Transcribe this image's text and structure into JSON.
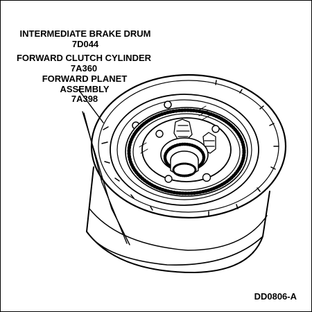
{
  "callouts": [
    {
      "name": "INTERMEDIATE BRAKE DRUM",
      "part_number": "7D044"
    },
    {
      "name": "FORWARD CLUTCH CYLINDER",
      "part_number": "7A360"
    },
    {
      "name": "FORWARD PLANET",
      "name_line2": "ASSEMBLY",
      "part_number": "7A398"
    }
  ],
  "figure_id": "DD0806-A"
}
